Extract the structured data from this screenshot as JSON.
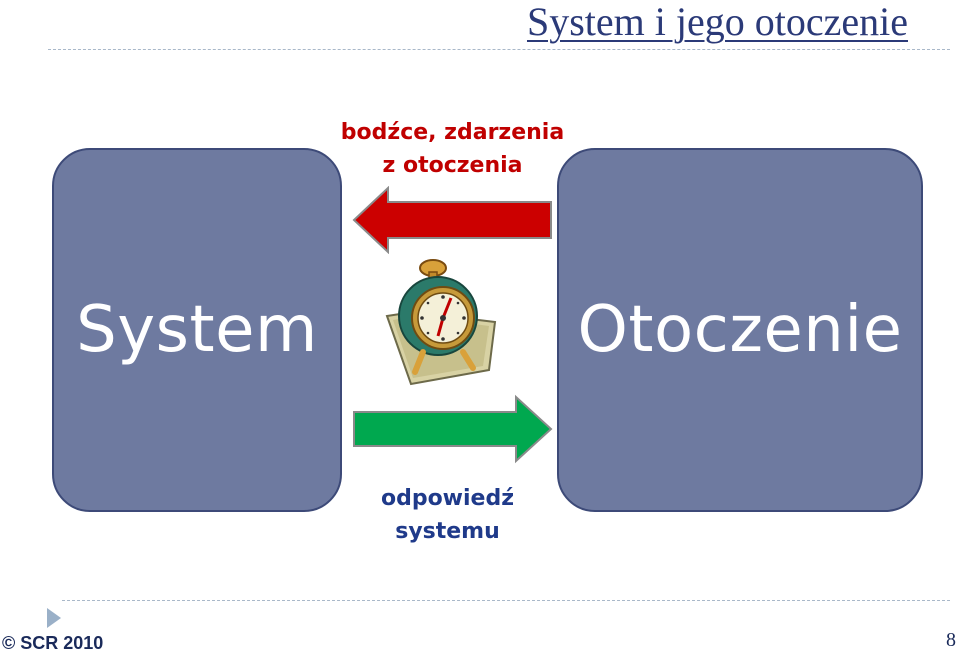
{
  "title": "System i jego otoczenie",
  "diagram": {
    "left_box_label": "System",
    "right_box_label": "Otoczenie",
    "top_arrow_label": [
      "bodźce, zdarzenia",
      "z otoczenia"
    ],
    "bottom_arrow_label": [
      "odpowiedź",
      "systemu"
    ]
  },
  "colors": {
    "box_fill": "#6e7aa0",
    "top_arrow": "#cc0000",
    "bottom_arrow": "#00a84f",
    "top_label": "#c00000",
    "bottom_label": "#1f3a8a"
  },
  "icons": {
    "clock": "alarm-clock-icon",
    "bullet": "triangle-bullet-icon"
  },
  "footer": {
    "copyright": "© SCR 2010",
    "page_number": "8"
  }
}
